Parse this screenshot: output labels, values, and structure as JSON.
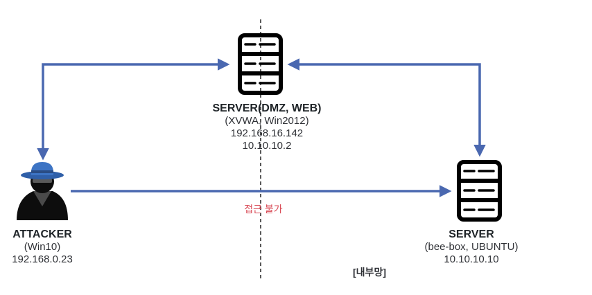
{
  "dmz_server": {
    "title": "SERVER(DMZ, WEB)",
    "line1": "(XVWA, Win2012)",
    "line2": "192.168.16.142",
    "line3": "10.10.10.2"
  },
  "attacker": {
    "title": "ATTACKER",
    "line1": "(Win10)",
    "line2": "192.168.0.23"
  },
  "internal_server": {
    "title": "SERVER",
    "line1": "(bee-box, UBUNTU)",
    "line2": "10.10.10.10"
  },
  "blocked_label": "접근 불가",
  "zone_label": "[내부망]",
  "colors": {
    "arrow": "#4a68b0",
    "icon": "#000000",
    "hat": "#3d74c4",
    "blocked": "#d94b57"
  }
}
